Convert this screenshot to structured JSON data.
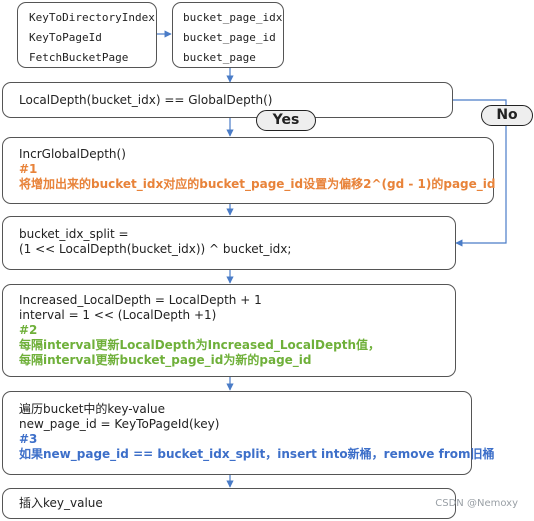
{
  "top_left_box": {
    "items": [
      "KeyToDirectoryIndex",
      "KeyToPageId",
      "FetchBucketPage"
    ]
  },
  "top_right_box": {
    "items": [
      "bucket_page_idx",
      "bucket_page_id",
      "bucket_page"
    ]
  },
  "step_condition": {
    "line1": "LocalDepth(bucket_idx) == GlobalDepth()"
  },
  "branches": {
    "yes": "Yes",
    "no": "No"
  },
  "step_incr": {
    "line1": "IncrGlobalDepth()",
    "tag": "#1",
    "note": "将增加出来的bucket_idx对应的bucket_page_id设置为偏移2^(gd - 1)的page_id"
  },
  "step_split": {
    "line1": "bucket_idx_split =",
    "line2": " (1 << LocalDepth(bucket_idx)) ^ bucket_idx;"
  },
  "step_interval": {
    "line1": "Increased_LocalDepth = LocalDepth + 1",
    "line2": "interval = 1 << (LocalDepth +1)",
    "tag": "#2",
    "note1": "每隔interval更新LocalDepth为Increased_LocalDepth值，",
    "note2": "每隔interval更新bucket_page_id为新的page_id"
  },
  "step_traverse": {
    "line1": "遍历bucket中的key-value",
    "line2": "new_page_id = KeyToPageId(key)",
    "tag": "#3",
    "note": "如果new_page_id == bucket_idx_split，insert into新桶，remove from旧桶"
  },
  "step_insert": {
    "line1": "插入key_value"
  },
  "watermark": "CSDN @Nemoxy",
  "colors": {
    "arrow": "#4a7cc7",
    "orange": "#e8833a",
    "green": "#6fb03a",
    "blue": "#3d6fc9"
  }
}
